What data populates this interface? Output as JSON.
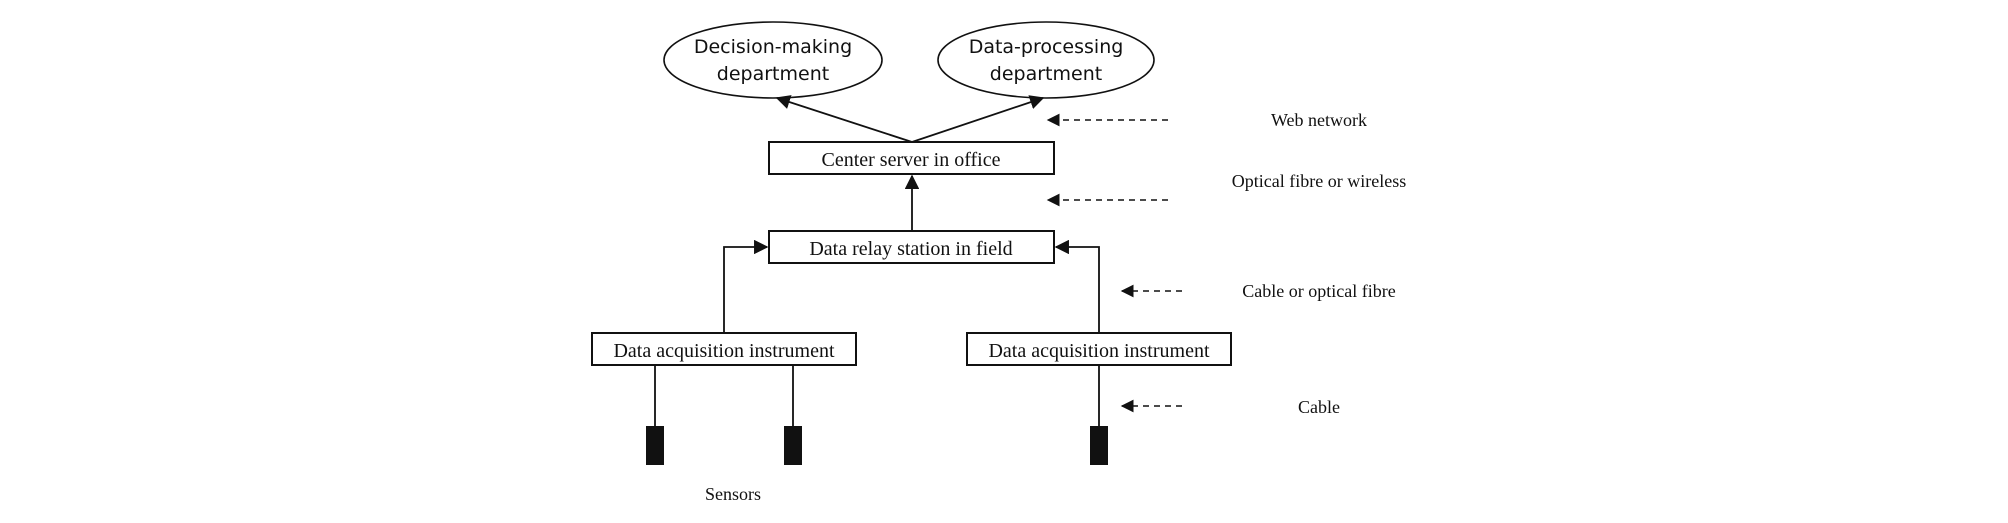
{
  "departments": {
    "decision": [
      "Decision-making",
      "department"
    ],
    "processing": [
      "Data-processing",
      "department"
    ]
  },
  "nodes": {
    "center_server": "Center server in office",
    "relay_station": "Data relay station in field",
    "acquisition_left": "Data acquisition instrument",
    "acquisition_right": "Data acquisition instrument"
  },
  "links": {
    "web": "Web network",
    "optical_wireless": "Optical fibre or wireless",
    "cable_optical": "Cable or optical fibre",
    "cable": "Cable"
  },
  "sensors_label": "Sensors"
}
